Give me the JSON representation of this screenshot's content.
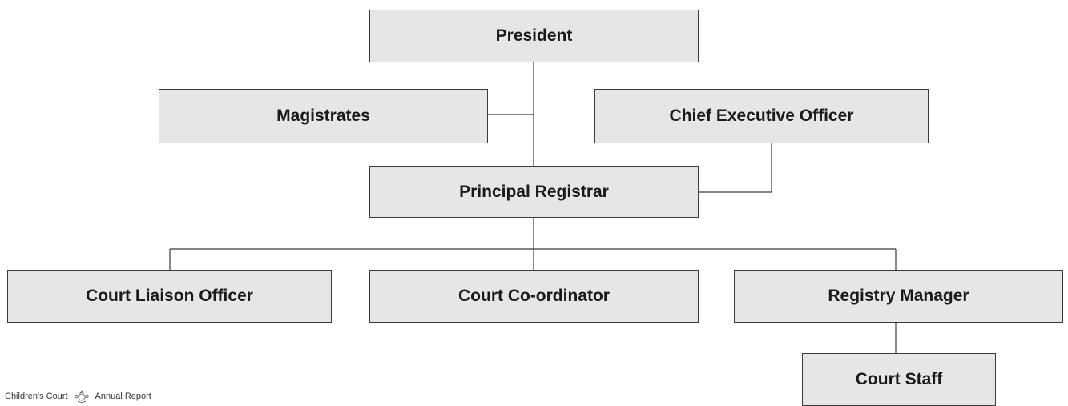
{
  "org_chart": {
    "president": "President",
    "magistrates": "Magistrates",
    "chief_executive_officer": "Chief Executive Officer",
    "principal_registrar": "Principal Registrar",
    "court_liaison_officer": "Court Liaison Officer",
    "court_coordinator": "Court Co-ordinator",
    "registry_manager": "Registry Manager",
    "court_staff": "Court Staff"
  },
  "footer": {
    "left_text": "Children's Court",
    "right_text": "Annual Report",
    "logo_icon": "court-crest-icon"
  },
  "colors": {
    "box_fill": "#e6e6e6",
    "box_border": "#3a3a3a",
    "connector": "#3a3a3a"
  }
}
